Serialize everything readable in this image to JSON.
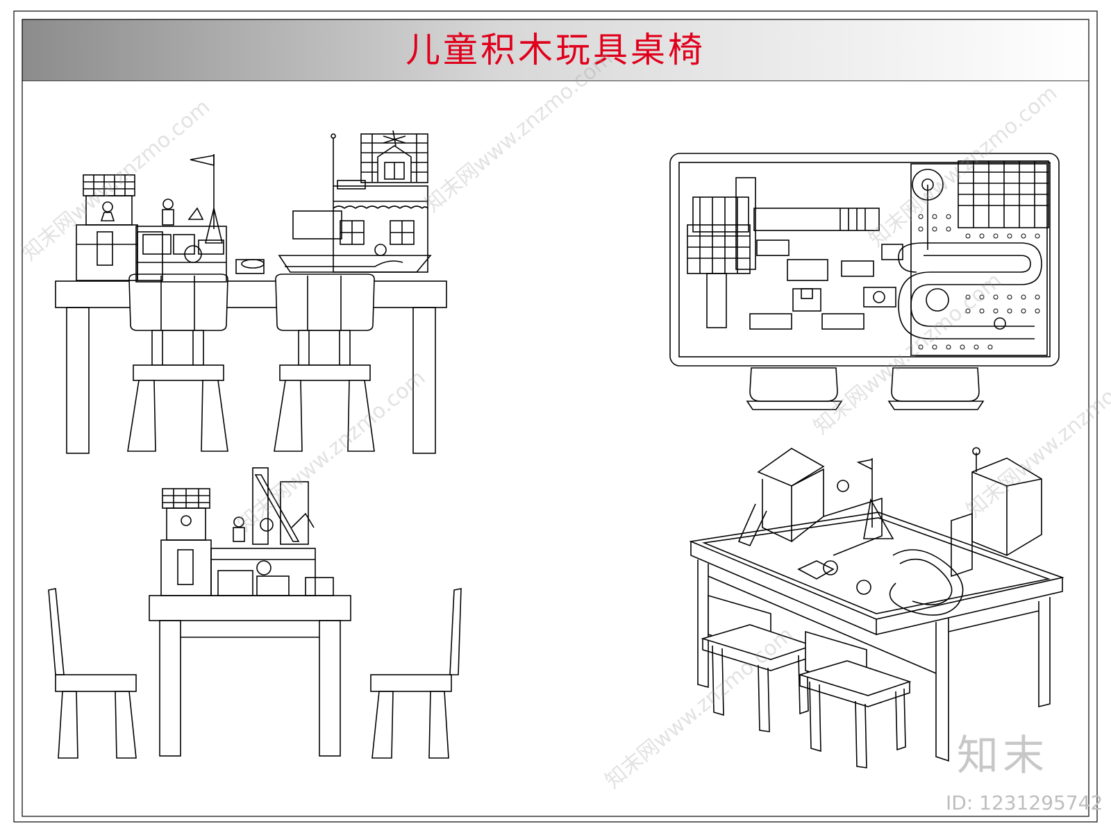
{
  "header": {
    "title": "儿童积木玩具桌椅"
  },
  "watermark": {
    "text": "知末网www.znzmo.com"
  },
  "brand": {
    "logo_text": "知末",
    "id_text": "ID: 1231295742"
  },
  "colors": {
    "title": "#e0001b",
    "line": "#000000",
    "header_gradient_dark": "#8c8c8c"
  }
}
